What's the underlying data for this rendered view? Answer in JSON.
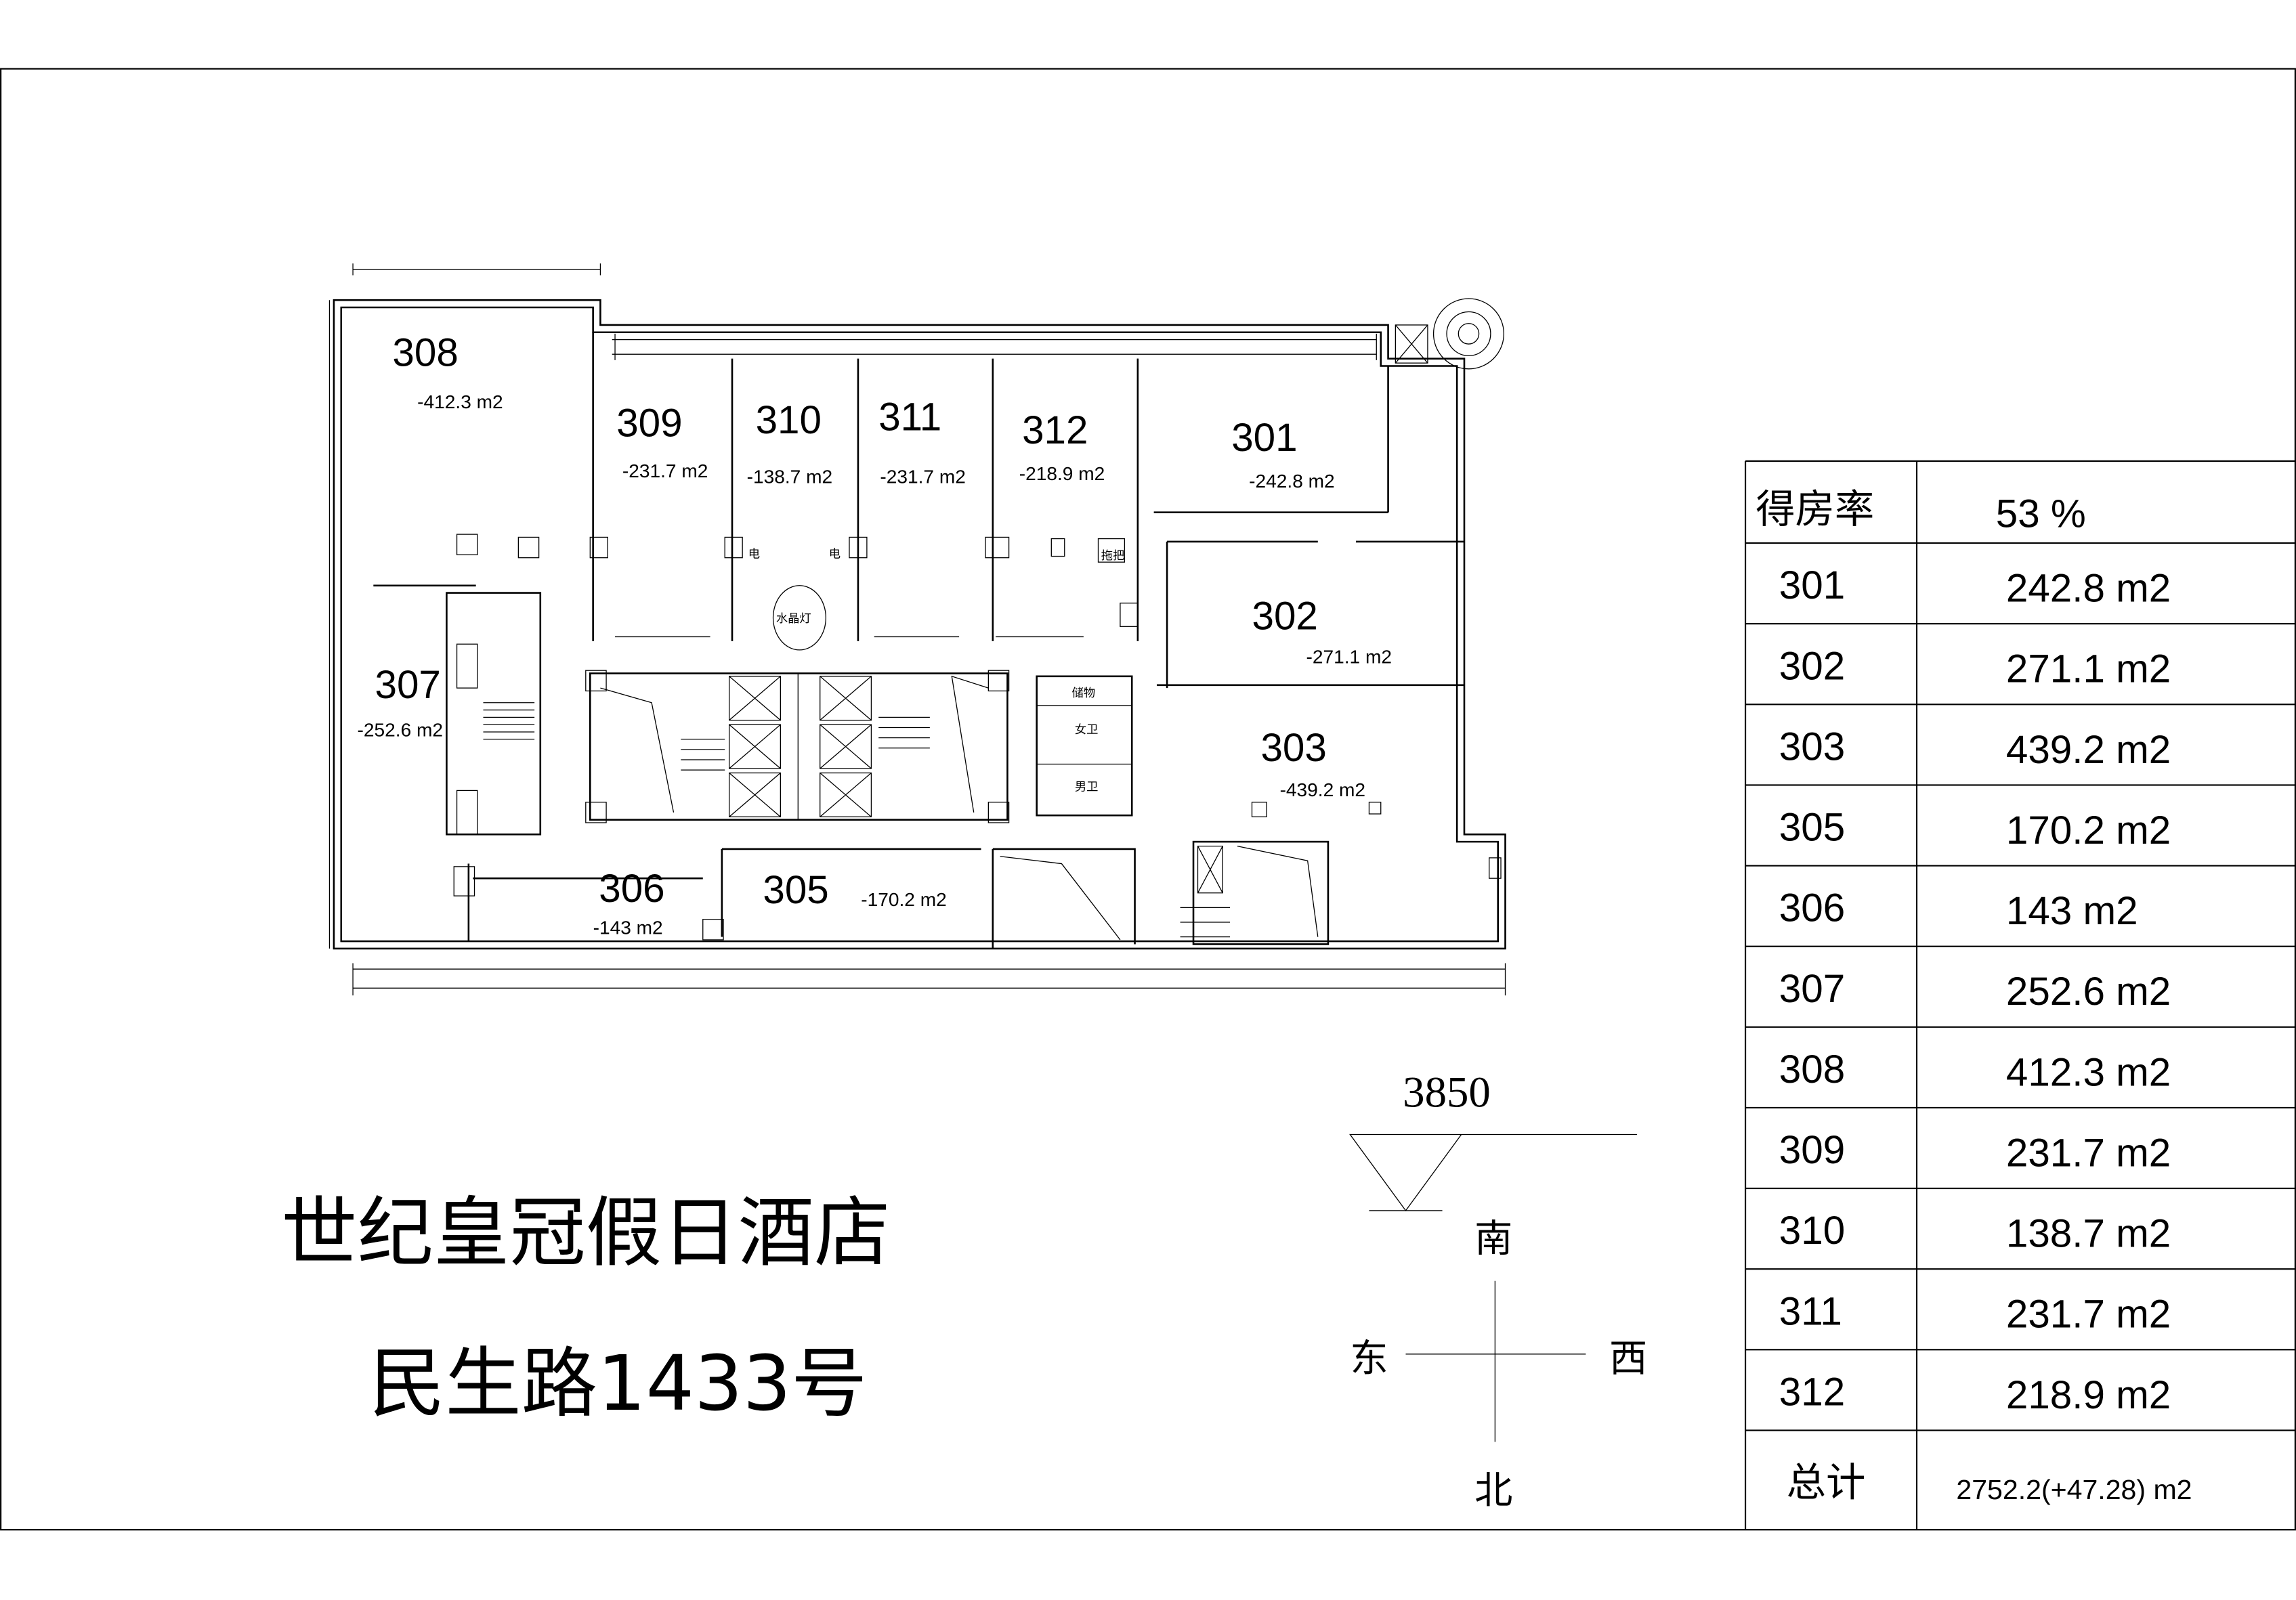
{
  "title": {
    "line1": "世纪皇冠假日酒店",
    "line2": "民生路1433号"
  },
  "elevation": "3850",
  "compass": {
    "south": "南",
    "north": "北",
    "east": "东",
    "west": "西"
  },
  "rooms": [
    {
      "id": "308",
      "area": "-412.3 m2"
    },
    {
      "id": "309",
      "area": "-231.7 m2"
    },
    {
      "id": "310",
      "area": "-138.7 m2"
    },
    {
      "id": "311",
      "area": "-231.7 m2"
    },
    {
      "id": "312",
      "area": "-218.9 m2"
    },
    {
      "id": "301",
      "area": "-242.8 m2"
    },
    {
      "id": "302",
      "area": "-271.1 m2"
    },
    {
      "id": "303",
      "area": "-439.2 m2"
    },
    {
      "id": "307",
      "area": "-252.6 m2"
    },
    {
      "id": "306",
      "area": "-143 m2"
    },
    {
      "id": "305",
      "area": "-170.2 m2"
    }
  ],
  "plan_labels": {
    "electric": "电",
    "mop": "拖把",
    "chandelier": "水晶灯",
    "storage": "储物",
    "women_wc": "女卫",
    "men_wc": "男卫"
  },
  "table": {
    "header_label": "得房率",
    "header_value": "53 %",
    "rows": [
      {
        "room": "301",
        "area": "242.8 m2"
      },
      {
        "room": "302",
        "area": "271.1 m2"
      },
      {
        "room": "303",
        "area": "439.2 m2"
      },
      {
        "room": "305",
        "area": "170.2 m2"
      },
      {
        "room": "306",
        "area": "143 m2"
      },
      {
        "room": "307",
        "area": "252.6 m2"
      },
      {
        "room": "308",
        "area": "412.3 m2"
      },
      {
        "room": "309",
        "area": "231.7 m2"
      },
      {
        "room": "310",
        "area": "138.7 m2"
      },
      {
        "room": "311",
        "area": "231.7 m2"
      },
      {
        "room": "312",
        "area": "218.9 m2"
      }
    ],
    "total_label": "总计",
    "total_value": "2752.2(+47.28) m2"
  }
}
